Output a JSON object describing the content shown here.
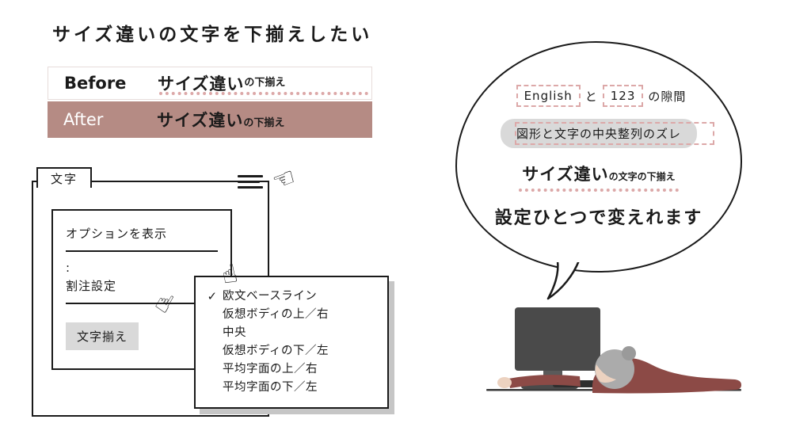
{
  "title": "サイズ違いの文字を下揃えしたい",
  "comparison": {
    "before": {
      "label": "Before",
      "text_large": "サイズ違い",
      "text_small": "の下揃え"
    },
    "after": {
      "label": "After",
      "text_large": "サイズ違い",
      "text_small": "の下揃え"
    }
  },
  "panel": {
    "tab_label": "文字",
    "menu": {
      "show_options": "オプションを表示",
      "ellipsis": ":",
      "warichu": "割注設定",
      "char_align": "文字揃え"
    },
    "submenu": {
      "checkmark": "✓",
      "items": [
        "欧文ベースライン",
        "仮想ボディの上／右",
        "中央",
        "仮想ボディの下／左",
        "平均字面の上／右",
        "平均字面の下／左"
      ]
    }
  },
  "bubble": {
    "line1": {
      "english": "English",
      "and": "と",
      "number": "123",
      "suffix": "の隙間"
    },
    "line2": "図形と文字の中央整列のズレ",
    "line3": {
      "large": "サイズ違い",
      "small": "の文字の下揃え"
    },
    "line4": "設定ひとつで変えれます"
  },
  "icons": {
    "hand_left": "☜",
    "hand_up": "☝"
  },
  "colors": {
    "after_row_bg": "#b58b84",
    "dotted_accent": "#dca8a8",
    "highlight_gray": "#d9d9d9",
    "monitor_gray": "#4a4a4a",
    "sweater_maroon": "#8c4a46"
  }
}
